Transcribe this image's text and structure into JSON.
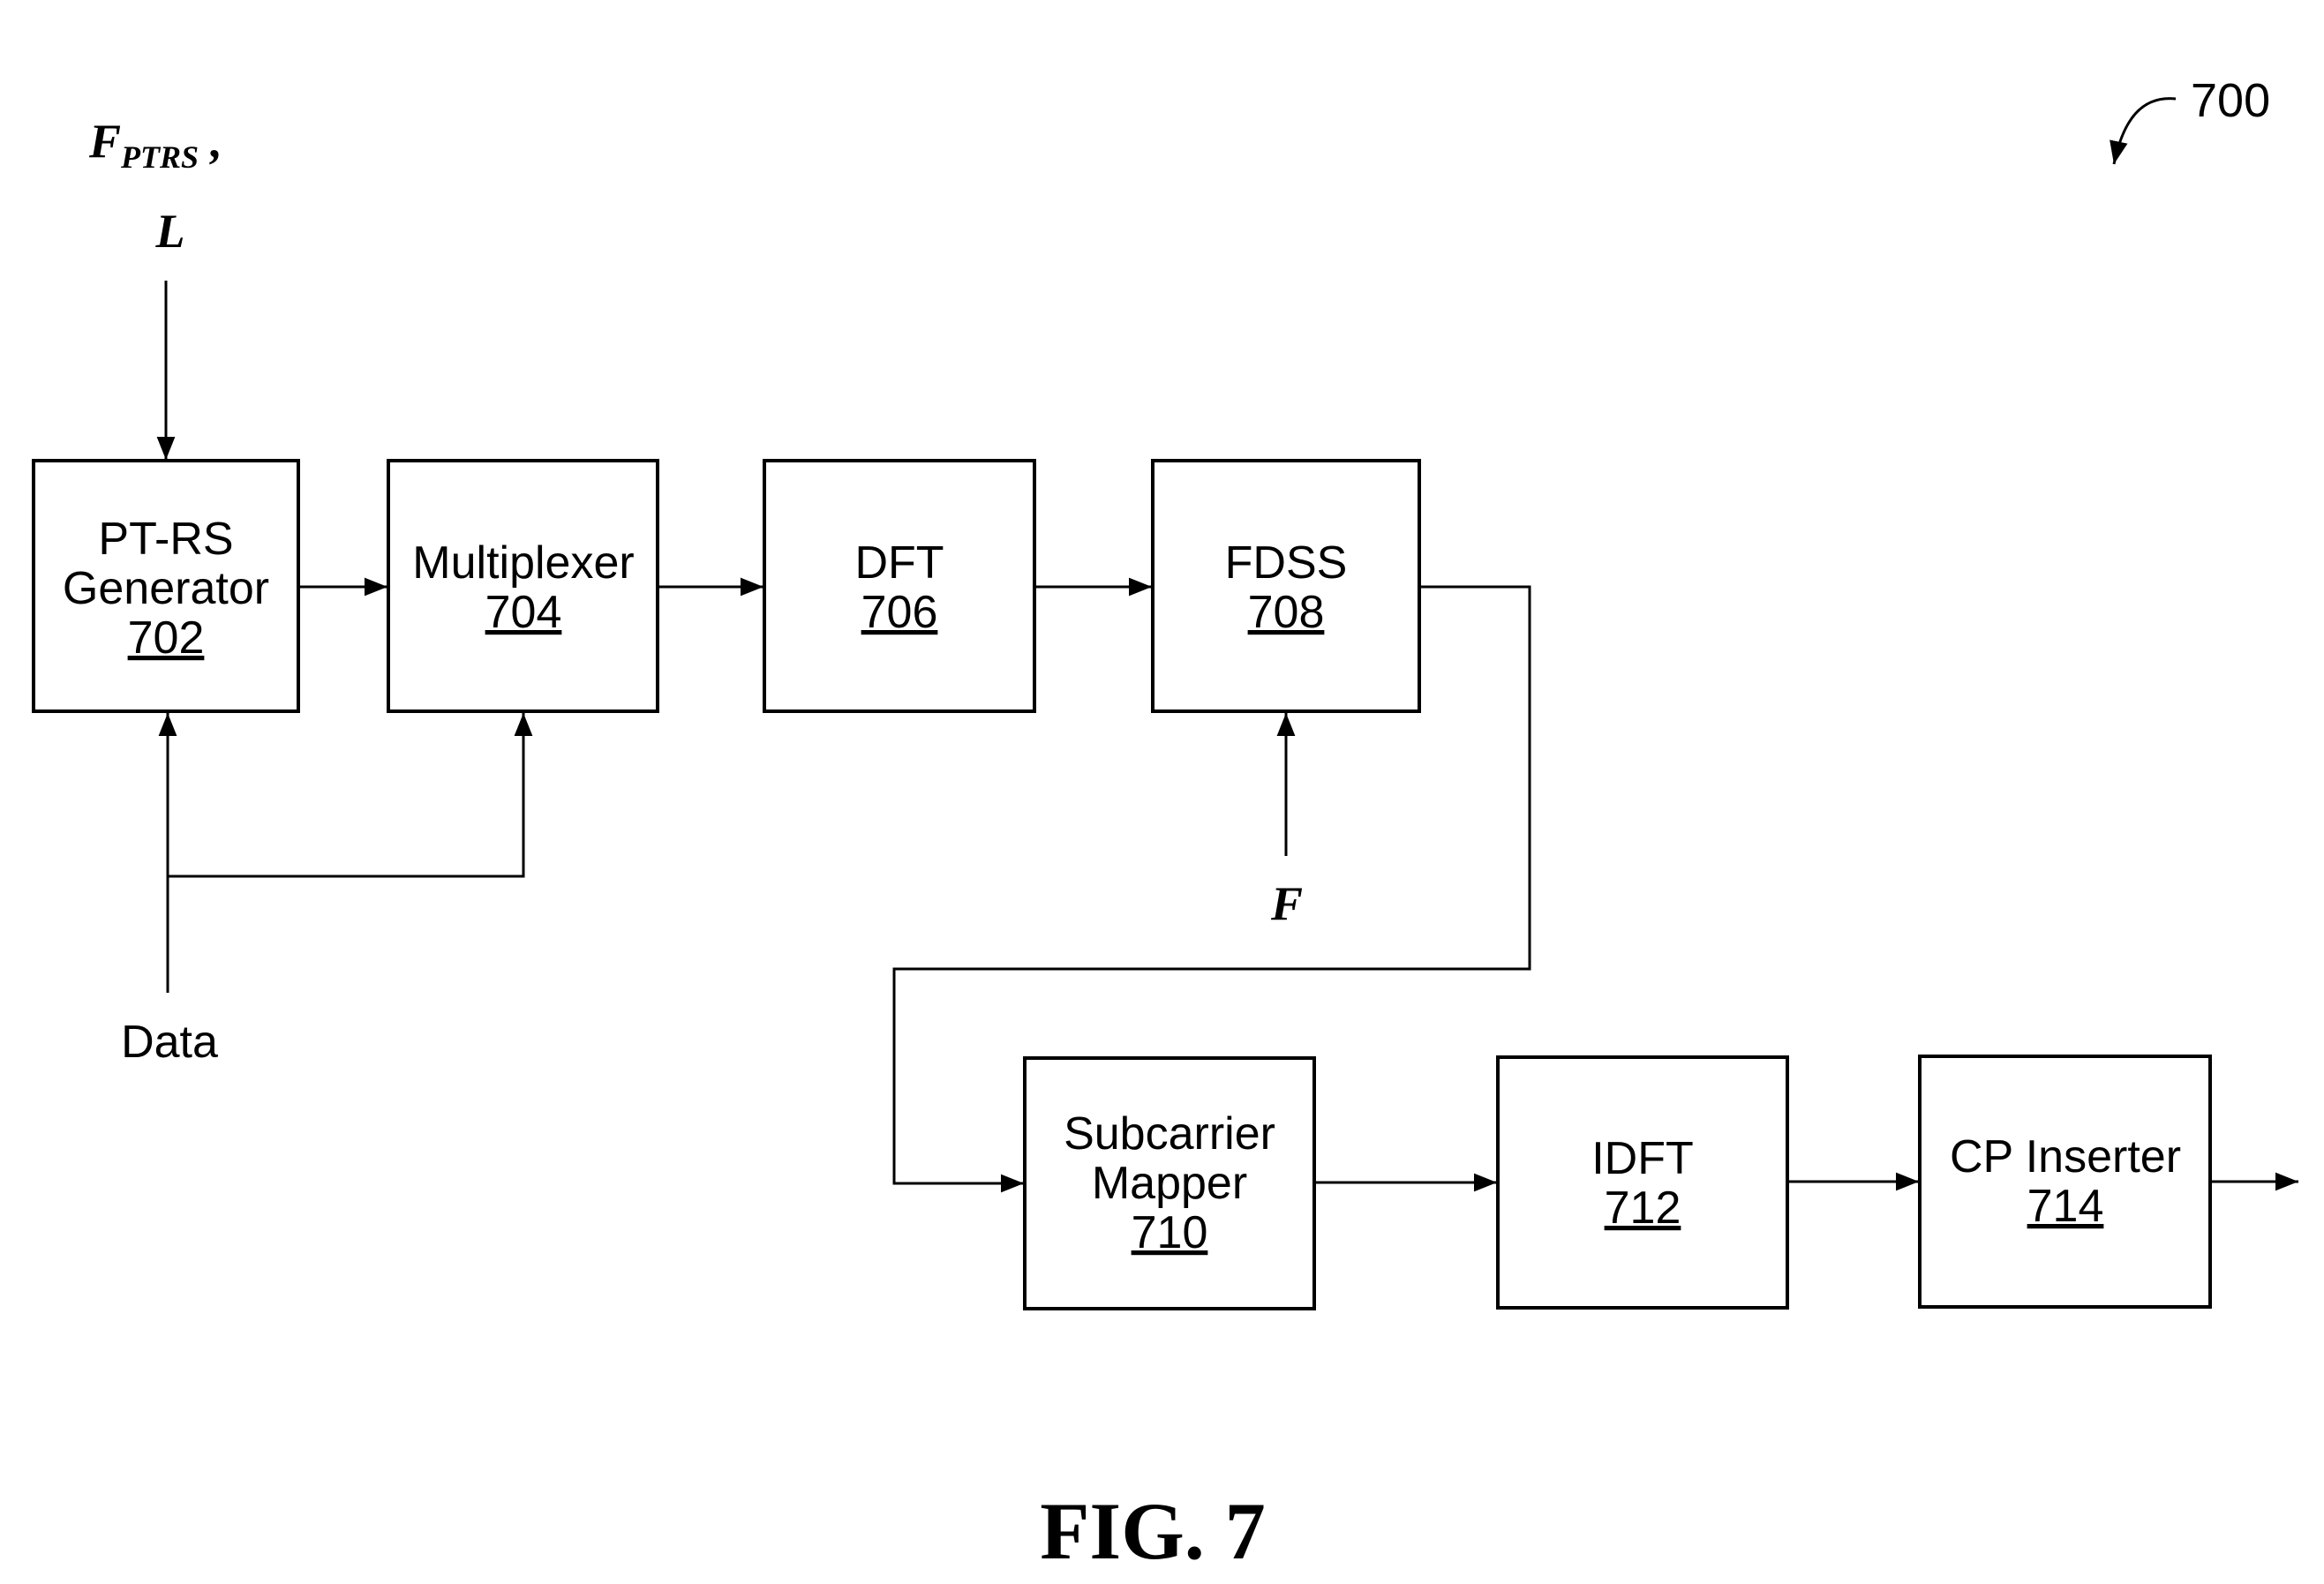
{
  "figure": {
    "ref_number": "700",
    "caption": "FIG. 7"
  },
  "inputs": {
    "fptrs_main": "F",
    "fptrs_sub": "PTRS",
    "fptrs_comma": " ,",
    "l": "L",
    "data": "Data",
    "f": "F"
  },
  "blocks": {
    "ptrs": {
      "line1": "PT-RS",
      "line2": "Generator",
      "ref": "702"
    },
    "mux": {
      "line1": "Multiplexer",
      "ref": "704"
    },
    "dft": {
      "line1": "DFT",
      "ref": "706"
    },
    "fdss": {
      "line1": "FDSS",
      "ref": "708"
    },
    "mapper": {
      "line1": "Subcarrier",
      "line2": "Mapper",
      "ref": "710"
    },
    "idft": {
      "line1": "IDFT",
      "ref": "712"
    },
    "cp": {
      "line1": "CP Inserter",
      "ref": "714"
    }
  }
}
